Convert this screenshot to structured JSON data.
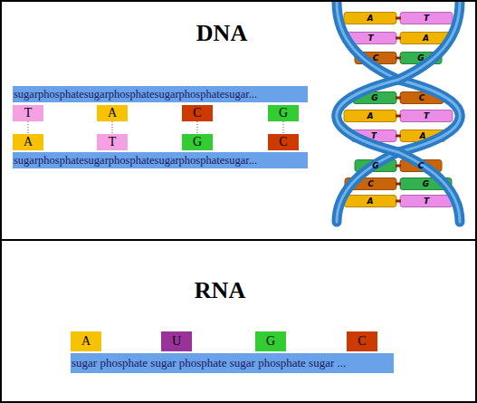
{
  "diagram": {
    "nodes": [
      {
        "text": [
          "DNA"
        ]
      },
      {
        "text": [
          "sugarphosphatesugarphosphatesugarphosphatesugar..."
        ],
        "in": 0
      },
      {
        "text": [
          "T"
        ],
        "in": 0
      },
      {
        "text": [
          "A"
        ],
        "in": 0
      },
      {
        "text": [
          "C"
        ],
        "in": 0
      },
      {
        "text": [
          "G"
        ],
        "in": 0
      },
      {
        "text": [
          "A"
        ],
        "in": 0
      },
      {
        "text": [
          "T"
        ],
        "in": 0
      },
      {
        "text": [
          "G"
        ],
        "in": 0
      },
      {
        "text": [
          "C"
        ],
        "in": 0
      },
      {
        "text": [
          "sugarphosphatesugarphosphatesugarphosphatesugar..."
        ],
        "in": 0
      },
      {
        "text": [
          "RNA"
        ]
      },
      {
        "text": [
          "A"
        ],
        "in": 11
      },
      {
        "text": [
          "U"
        ],
        "in": 11
      },
      {
        "text": [
          "G"
        ],
        "in": 11
      },
      {
        "text": [
          "C"
        ],
        "in": 11
      },
      {
        "text": [
          "sugar phosphate sugar phosphate sugar phosphate sugar ..."
        ],
        "in": 11
      }
    ],
    "edges": [
      {
        "from": 2,
        "to": 6,
        "arrow": "none"
      },
      {
        "from": 3,
        "to": 7,
        "arrow": "none"
      },
      {
        "from": 4,
        "to": 8,
        "arrow": "none"
      },
      {
        "from": 5,
        "to": 9,
        "arrow": "none"
      }
    ],
    "labels": [
      "A",
      "T",
      "T",
      "A",
      "C",
      "G",
      "G",
      "C",
      "A",
      "T",
      "T",
      "A",
      "G",
      "C",
      "C",
      "G",
      "A",
      "T"
    ]
  }
}
